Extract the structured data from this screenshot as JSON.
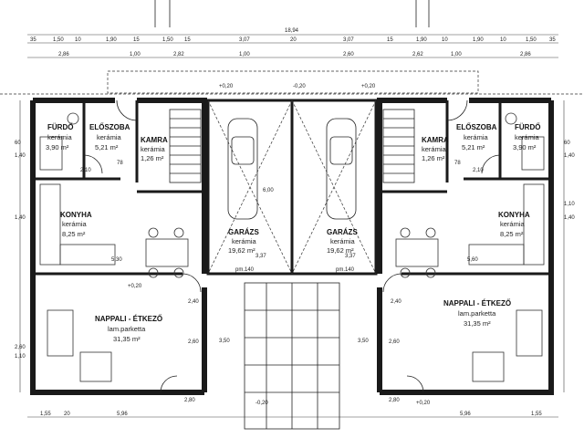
{
  "dimensions": {
    "top_total": "18,94",
    "top_row": [
      "35",
      "1,50",
      "10",
      "1,90",
      "15",
      "1,50",
      "15",
      "3,07",
      "20",
      "3,07",
      "15",
      "1,90",
      "10",
      "1,90",
      "10",
      "1,50",
      "35"
    ],
    "second_row": [
      "2,86",
      "1,00",
      "2,82",
      "1,00",
      "2,60",
      "2,62",
      "1,00",
      "2,86"
    ],
    "bottom_row": [
      "1,55",
      "20",
      "5,96",
      "5,96",
      "1,55"
    ],
    "level_marks": [
      "+0,20",
      "-0,20",
      "+0,20",
      "+0,20",
      "-0,20",
      "+0,20"
    ],
    "side_left": [
      "60",
      "1,40",
      "1,40",
      "2,60",
      "1,10"
    ],
    "side_right": [
      "60",
      "1,40",
      "1,40",
      "1,10"
    ],
    "misc": [
      "2,10",
      "78",
      "2,10",
      "78",
      "5,30",
      "5,60",
      "3,37",
      "3,37",
      "2,40",
      "2,40",
      "2,60",
      "2,60",
      "2,80",
      "2,80",
      "3,50",
      "3,50",
      "6,00",
      "pm.140",
      "pm.140"
    ]
  },
  "rooms": [
    {
      "name": "FÜRDŐ",
      "finish": "kerámia",
      "area": "3,90 m²"
    },
    {
      "name": "ELŐSZOBA",
      "finish": "kerámia",
      "area": "5,21 m²"
    },
    {
      "name": "KAMRA",
      "finish": "kerámia",
      "area": "1,26 m²"
    },
    {
      "name": "GARÁZS",
      "finish": "kerámia",
      "area": "19,62 m²"
    },
    {
      "name": "GARÁZS",
      "finish": "kerámia",
      "area": "19,62 m²"
    },
    {
      "name": "KAMRA",
      "finish": "kerámia",
      "area": "1,26 m²"
    },
    {
      "name": "ELŐSZOBA",
      "finish": "kerámia",
      "area": "5,21 m²"
    },
    {
      "name": "FÜRDŐ",
      "finish": "kerámia",
      "area": "3,90 m²"
    },
    {
      "name": "KONYHA",
      "finish": "kerámia",
      "area": "8,25 m²"
    },
    {
      "name": "KONYHA",
      "finish": "kerámia",
      "area": "8,25 m²"
    },
    {
      "name": "NAPPALI - ÉTKEZŐ",
      "finish": "lam.parketta",
      "area": "31,35 m²"
    },
    {
      "name": "NAPPALI - ÉTKEZŐ",
      "finish": "lam.parketta",
      "area": "31,35 m²"
    }
  ],
  "colors": {
    "wall": "#1a1a1a",
    "line": "#333333",
    "background": "#ffffff"
  }
}
